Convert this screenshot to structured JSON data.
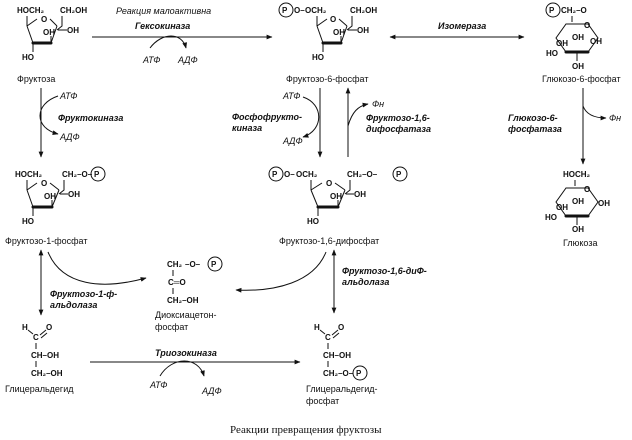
{
  "caption": "Реакции превращения фруктозы",
  "compounds": {
    "fructose": "Фруктоза",
    "f6p": "Фруктозо-6-фосфат",
    "g6p": "Глюкозо-6-фосфат",
    "f1p": "Фруктозо-1-фосфат",
    "f16bp": "Фруктозо-1,6-дифосфат",
    "glucose": "Глюкоза",
    "dhap_1": "Диоксиацетон-",
    "dhap_2": "фосфат",
    "glyceraldehyde": "Глицеральдегид",
    "g3p_1": "Глицеральдегид-",
    "g3p_2": "фосфат"
  },
  "enzymes": {
    "hexokinase_note": "Реакция малоактивна",
    "hexokinase": "Гексокиназа",
    "isomerase": "Изомераза",
    "fructokinase": "Фруктокиназа",
    "pfk_1": "Фосфофрукто-",
    "pfk_2": "киназа",
    "fbpase_1": "Фруктозо-1,6-",
    "fbpase_2": "дифосфатаза",
    "g6pase_1": "Глюкозо-6-",
    "g6pase_2": "фосфатаза",
    "aldolase_b_1": "Фруктозо-1-ф-",
    "aldolase_b_2": "альдолаза",
    "aldolase_a_1": "Фруктозо-1,6-диФ-",
    "aldolase_a_2": "альдолаза",
    "triokinase": "Триозокиназа"
  },
  "cofactors": {
    "atp": "АТФ",
    "adp": "АДФ",
    "pi": "Фн"
  },
  "atoms": {
    "hoch2": "HOCH₂",
    "ch2oh": "CH₂OH",
    "oh": "OH",
    "ho": "HO",
    "o": "O",
    "p": "P",
    "och2": "OCH₂",
    "ch2o": "CH₂–O–",
    "ch2o_short": "CH₂–O",
    "ch2": "CH₂",
    "ch": "CH",
    "h": "H",
    "c": "C",
    "c_eq_o": "C═O",
    "ch2_oh": "CH₂–OH",
    "ch_oh": "CH–OH",
    "dash_o": "–O–",
    "o_dash": "O–"
  }
}
